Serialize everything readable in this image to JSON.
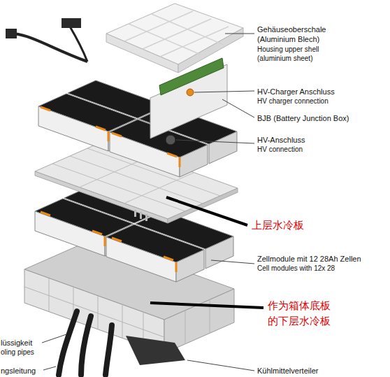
{
  "diagram": {
    "labels": [
      "Gehäuseoberschale (Aluminium Blech)",
      "Housing upper shell (aluminium sheet)",
      "HV-Charger Anschluss",
      "HV charger connection",
      "BJB (Battery Junction Box)",
      "HV-Anschluss",
      "HV connection",
      "上层水冷板",
      "Zellmodule mit 12 28Ah Zellen",
      "Cell modules with 12x 28",
      "作为箱体底板 的下层水冷板",
      "lüssigkeit",
      "oling pipes",
      "ngsleitung",
      "Kühlmittelverteiler"
    ]
  }
}
